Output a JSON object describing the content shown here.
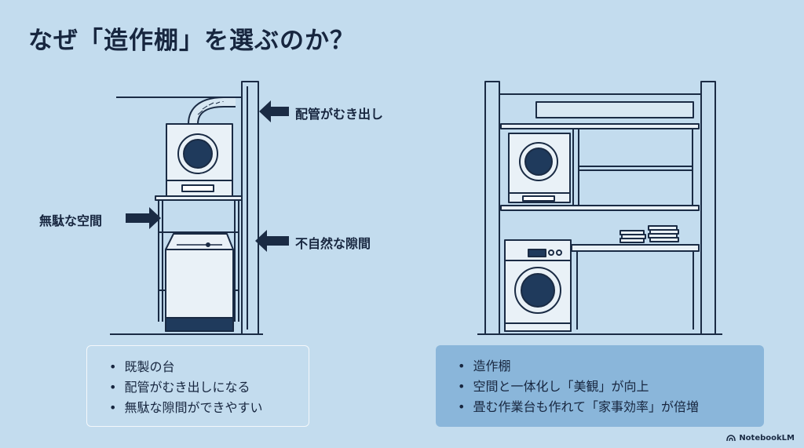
{
  "title": "なぜ「造作棚」を選ぶのか？",
  "left": {
    "callouts": [
      "配管がむき出し",
      "無駄な空間",
      "不自然な隙間"
    ],
    "bullets": [
      "既製の台",
      "配管がむき出しになる",
      "無駄な隙間ができやすい"
    ]
  },
  "right": {
    "bullets": [
      "造作棚",
      "空間と一体化し「美観」が向上",
      "畳む作業台も作れて「家事効率」が倍増"
    ]
  },
  "brand": "NotebookLM",
  "colors": {
    "background": "#c3dcee",
    "line": "#1a2b44",
    "highlight_box": "#8ab6da"
  }
}
